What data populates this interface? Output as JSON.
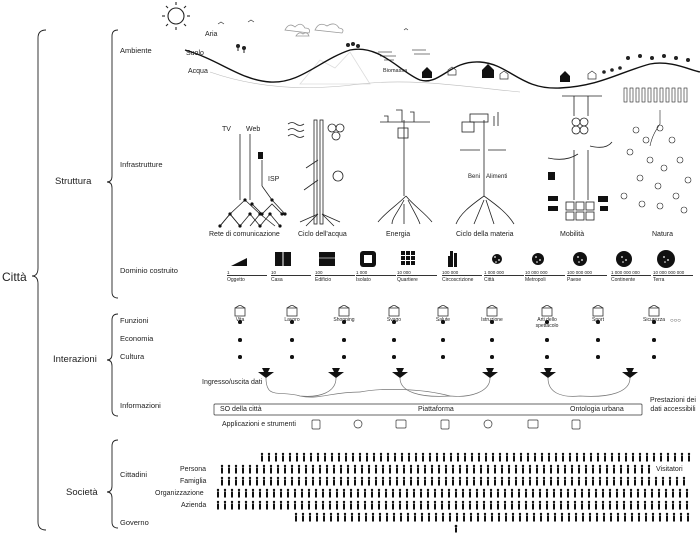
{
  "root": "Città",
  "groups": {
    "struttura": "Struttura",
    "interazioni": "Interazioni",
    "societa": "Società"
  },
  "rows": {
    "ambiente": "Ambiente",
    "infrastrutture": "Infrastrutture",
    "dominio": "Dominio costruito",
    "funzioni": "Funzioni",
    "economia": "Economia",
    "cultura": "Cultura",
    "informazioni": "Informazioni",
    "cittadini": "Cittadini",
    "governo": "Governo"
  },
  "environment": {
    "aria": "Aria",
    "suolo": "Suolo",
    "acqua": "Acqua",
    "biomassa": "Biomassa"
  },
  "infrastructure": {
    "tv": "TV",
    "web": "Web",
    "isp": "ISP",
    "rete": "Rete di comunicazione",
    "acqua": "Ciclo dell'acqua",
    "energia": "Energia",
    "beni": "Beni",
    "alimenti": "Alimenti",
    "materia": "Ciclo della materia",
    "mobilita": "Mobilità",
    "natura": "Natura"
  },
  "domain_items": [
    {
      "value": "1",
      "name": "Oggetto"
    },
    {
      "value": "10",
      "name": "Casa"
    },
    {
      "value": "100",
      "name": "Edificio"
    },
    {
      "value": "1 000",
      "name": "Isolato"
    },
    {
      "value": "10 000",
      "name": "Quartiere"
    },
    {
      "value": "100 000",
      "name": "Circoscrizione"
    },
    {
      "value": "1 000 000",
      "name": "Città"
    },
    {
      "value": "10 000 000",
      "name": "Metropoli"
    },
    {
      "value": "100 000 000",
      "name": "Paese"
    },
    {
      "value": "1 000 000 000",
      "name": "Continente"
    },
    {
      "value": "10 000 000 000",
      "name": "Terra"
    }
  ],
  "functions": [
    "Vita",
    "Lavoro",
    "Shopping",
    "Svago",
    "Salute",
    "Istruzione",
    "Arti dello spettacolo",
    "Sport",
    "Sicurezza"
  ],
  "functions_more": "○○○",
  "info": {
    "ingresso": "Ingresso/uscita dati",
    "so": "SO della città",
    "piattaforma": "Piattaforma",
    "ontologia": "Ontologia urbana",
    "applicazioni": "Applicazioni e strumenti",
    "prestazioni": "Prestazioni dei dati accessibili"
  },
  "society": {
    "persona": "Persona",
    "famiglia": "Famiglia",
    "organizzazione": "Organizzazione",
    "azienda": "Azienda",
    "visitatori": "Visitatori"
  }
}
